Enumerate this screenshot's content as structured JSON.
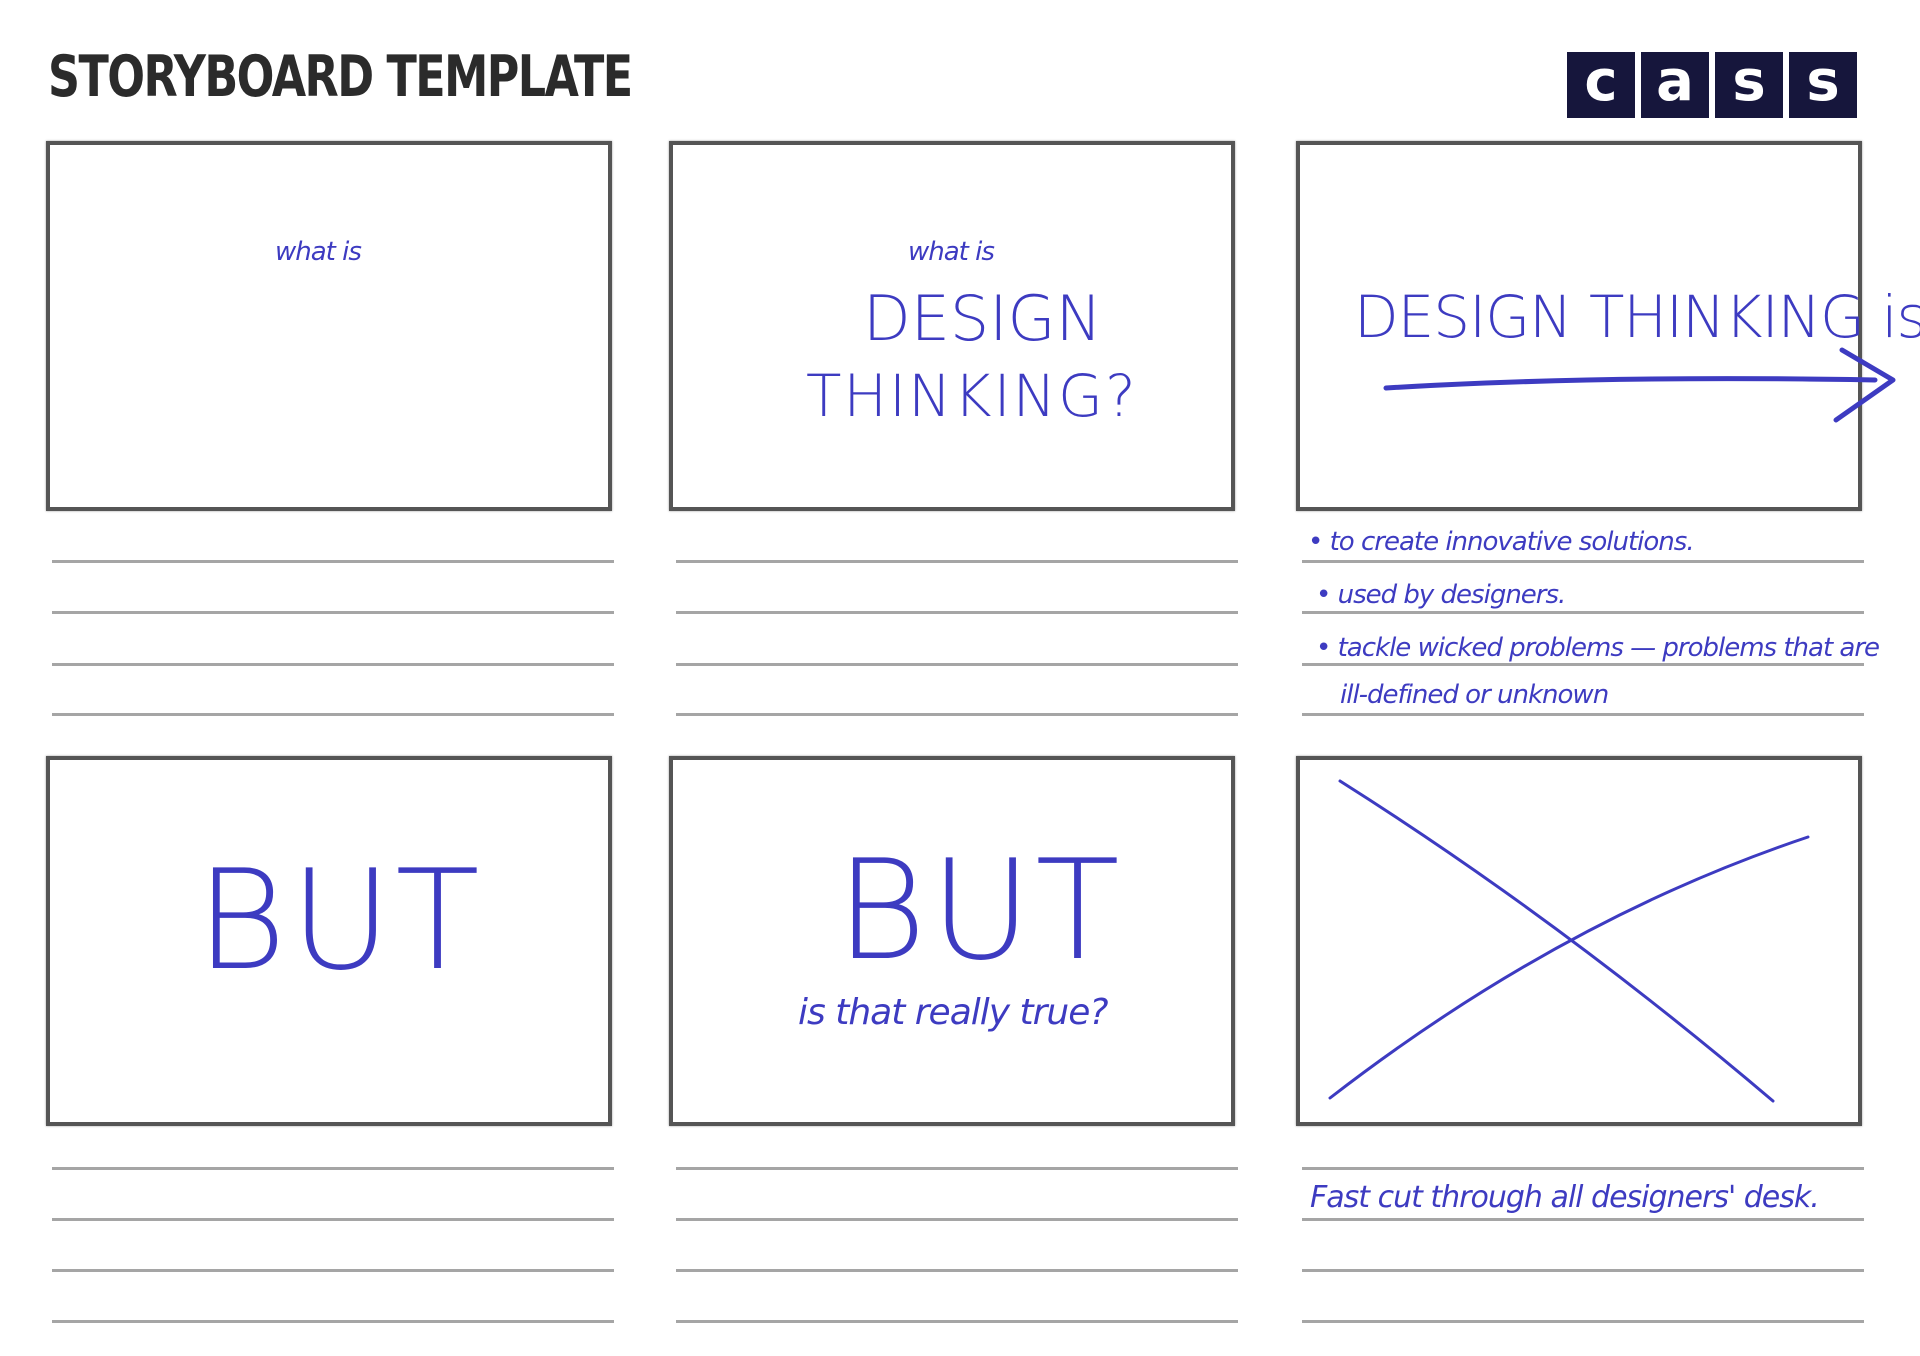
{
  "header": {
    "title": "STORYBOARD TEMPLATE",
    "logo_letters": [
      "c",
      "a",
      "s",
      "s"
    ]
  },
  "panels": [
    {
      "texts": {
        "small": "what is"
      }
    },
    {
      "texts": {
        "small": "what is",
        "line1": "DESIGN",
        "line2": "THINKING?"
      }
    },
    {
      "texts": {
        "heading": "DESIGN THINKING is..."
      },
      "notes": [
        "• to create innovative solutions.",
        "• used by designers.",
        "• tackle wicked problems — problems that are",
        "ill-defined or unknown"
      ]
    },
    {
      "texts": {
        "big": "BUT"
      }
    },
    {
      "texts": {
        "big": "BUT",
        "sub": "is that really true?"
      }
    },
    {
      "notes": [
        "Fast cut through all designers' desk."
      ]
    }
  ],
  "colors": {
    "ink": "#3d3bc1",
    "frame": "#555555",
    "rule": "#a5a5a5",
    "logo_bg": "#16163c"
  }
}
